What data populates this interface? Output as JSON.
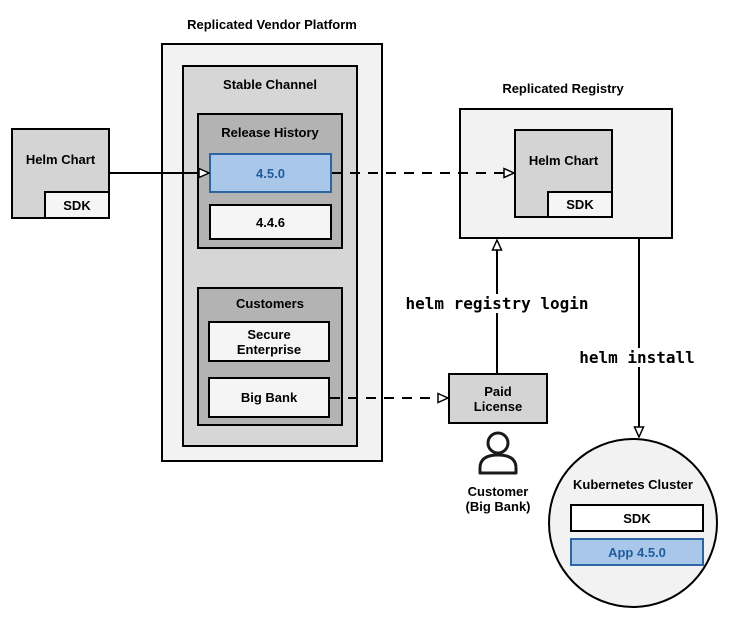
{
  "diagram": {
    "left_helm_chart": {
      "label": "Helm Chart",
      "sdk_label": "SDK"
    },
    "vendor_platform": {
      "title": "Replicated Vendor Platform",
      "stable_channel": {
        "label": "Stable Channel",
        "release_history": {
          "label": "Release History",
          "releases": [
            {
              "version": "4.5.0",
              "highlighted": true
            },
            {
              "version": "4.4.6",
              "highlighted": false
            }
          ]
        },
        "customers": {
          "label": "Customers",
          "items": [
            "Secure Enterprise",
            "Big Bank"
          ]
        }
      }
    },
    "registry": {
      "title": "Replicated Registry",
      "helm_chart": {
        "label": "Helm Chart",
        "sdk_label": "SDK"
      }
    },
    "paid_license": {
      "label": "Paid License"
    },
    "customer_caption": {
      "line1": "Customer",
      "line2": "(Big Bank)"
    },
    "commands": {
      "registry_login": "helm registry login",
      "install": "helm install"
    },
    "kubernetes_cluster": {
      "label": "Kubernetes Cluster",
      "sdk_label": "SDK",
      "app_label": "App 4.5.0"
    },
    "icons": [
      "person-icon",
      "arrow-icon"
    ],
    "colors": {
      "outer_fill": "#f2f2f2",
      "mid_fill": "#d6d6d6",
      "inner_fill": "#b3b3b3",
      "component_fill": "#d4d4d4",
      "light_fill": "#f5f5f5",
      "highlight_fill": "#a9c7e8",
      "highlight_border": "#2b66a3",
      "highlight_text": "#1f5c9e"
    }
  }
}
